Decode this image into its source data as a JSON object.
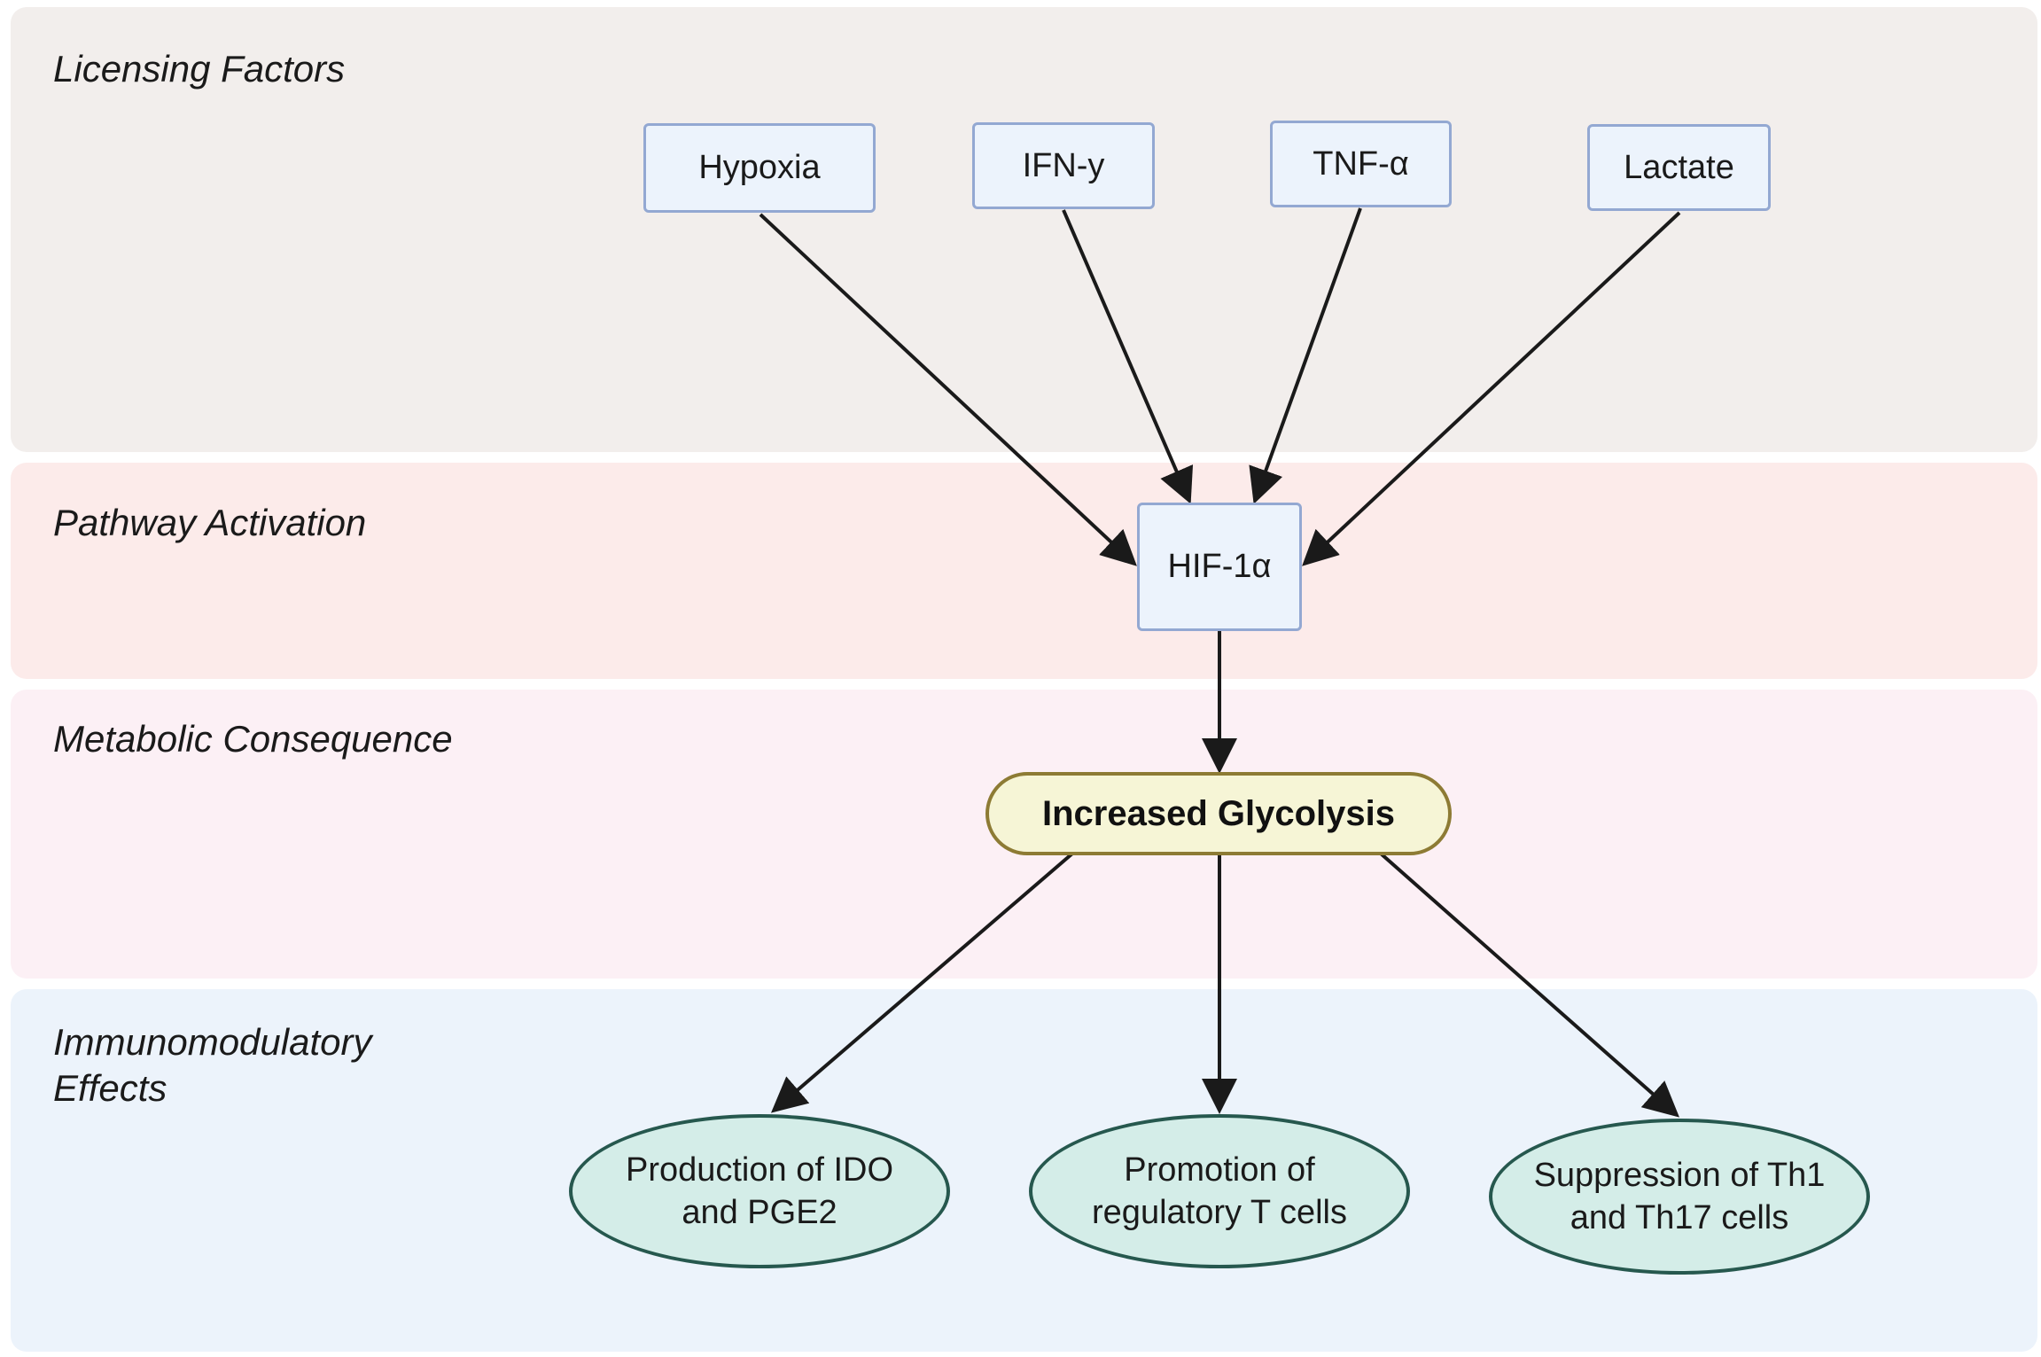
{
  "lanes": [
    {
      "label": "Licensing Factors",
      "color": "#f2eeec"
    },
    {
      "label": "Pathway Activation",
      "color": "#fcebea"
    },
    {
      "label": "Metabolic Consequence",
      "color": "#fcf0f5"
    },
    {
      "label": "Immunomodulatory\nEffects",
      "color": "#ecf3fb"
    }
  ],
  "factors": [
    "Hypoxia",
    "IFN-y",
    "TNF-α",
    "Lactate"
  ],
  "hub": "HIF-1α",
  "consequence": "Increased Glycolysis",
  "effects": [
    "Production of IDO and PGE2",
    "Promotion of regulatory T cells",
    "Suppression of Th1 and Th17 cells"
  ],
  "colors": {
    "arrow": "#1a1a1a",
    "box_fill": "#ecf3fc",
    "box_border": "#93a8d2",
    "pill_fill": "#f6f5d6",
    "pill_border": "#8d7b34",
    "ellipse_fill": "#d4ede8",
    "ellipse_border": "#26584e"
  }
}
